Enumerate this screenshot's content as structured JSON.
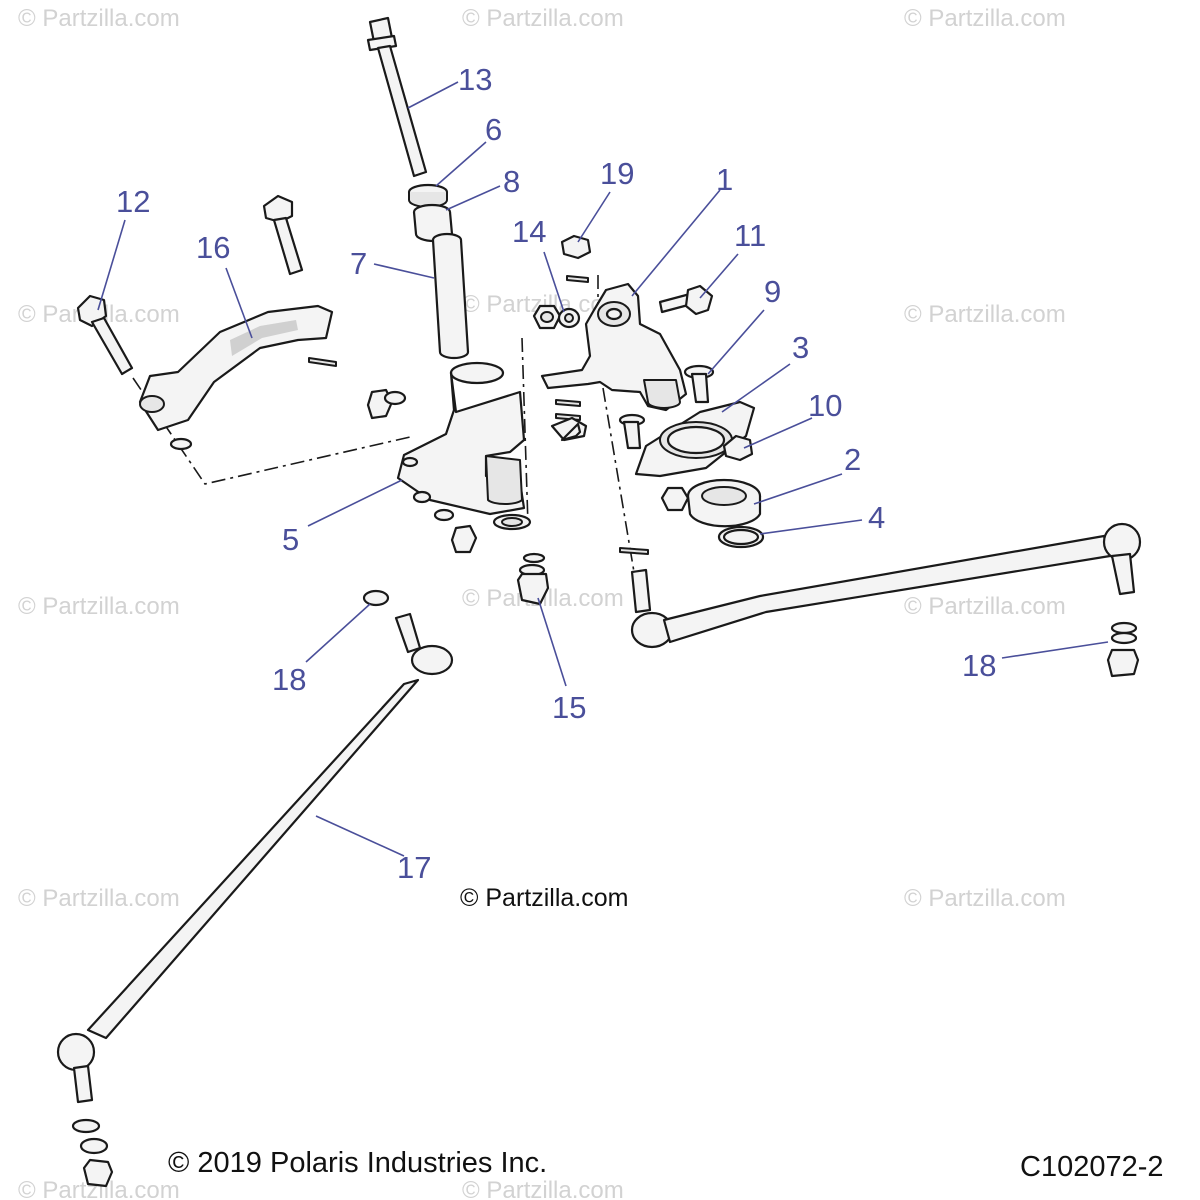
{
  "watermarks": {
    "text": "© Partzilla.com"
  },
  "brand": {
    "center_text": "© Partzilla.com"
  },
  "footer": {
    "copyright": "© 2019 Polaris Industries Inc.",
    "diagram_code": "C102072-2"
  },
  "callouts": {
    "c1": "1",
    "c2": "2",
    "c3": "3",
    "c4": "4",
    "c5": "5",
    "c6": "6",
    "c7": "7",
    "c8": "8",
    "c9": "9",
    "c10": "10",
    "c11": "11",
    "c12": "12",
    "c13": "13",
    "c14": "14",
    "c15": "15",
    "c16": "16",
    "c17": "17",
    "c18a": "18",
    "c18b": "18",
    "c19": "19"
  },
  "colors": {
    "callout": "#4a4f9a",
    "watermark": "#d2d2d2"
  }
}
